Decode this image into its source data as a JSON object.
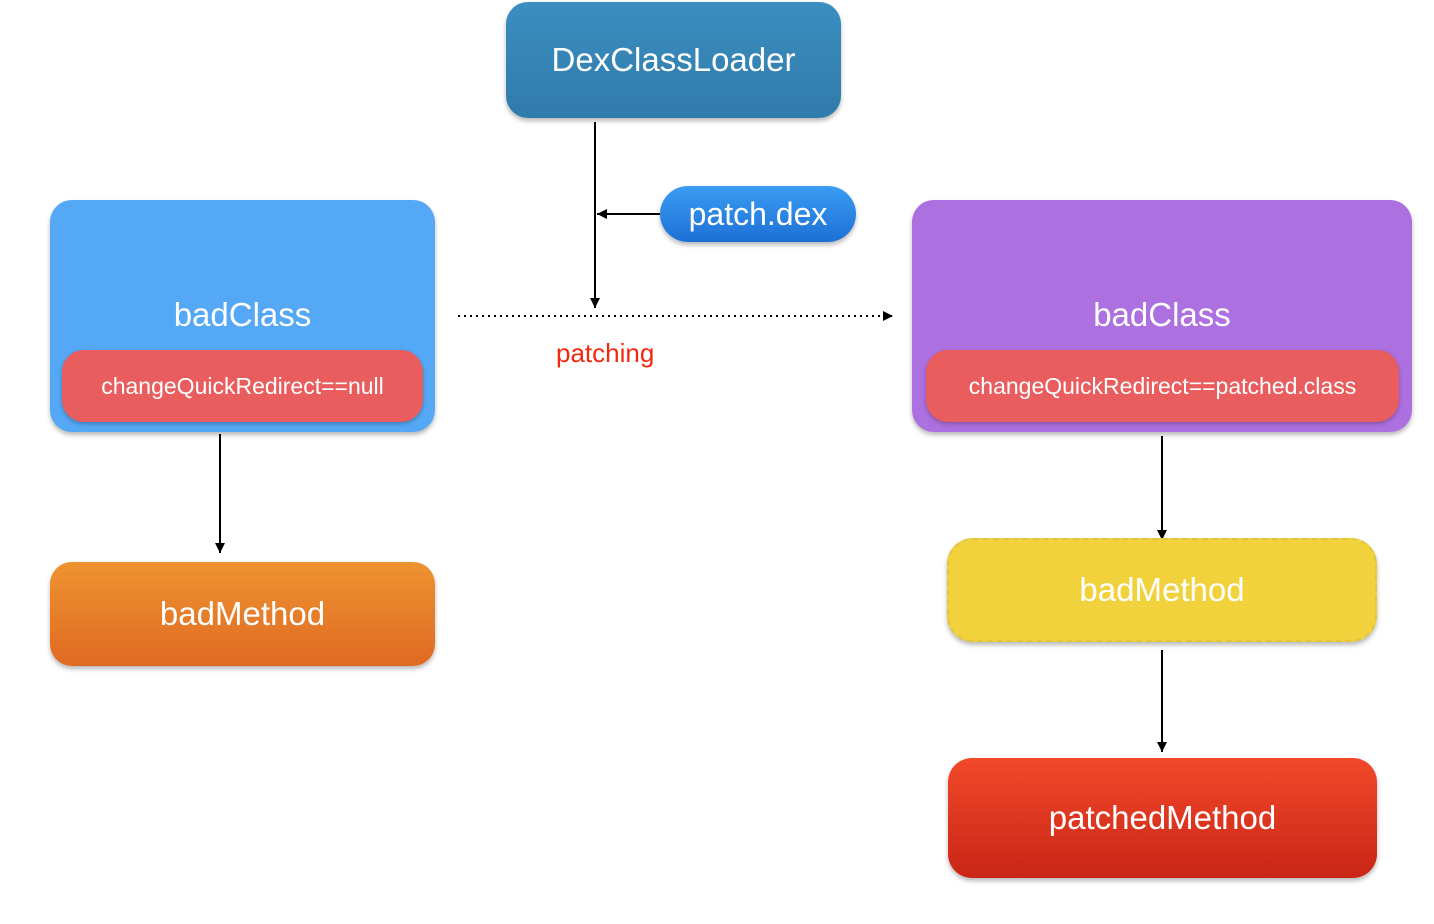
{
  "nodes": {
    "loader": "DexClassLoader",
    "patch_dex": "patch.dex",
    "left_class": {
      "title": "badClass",
      "redirect": "changeQuickRedirect==null"
    },
    "right_class": {
      "title": "badClass",
      "redirect": "changeQuickRedirect==patched.class"
    },
    "left_method": "badMethod",
    "right_method": "badMethod",
    "patched_method": "patchedMethod"
  },
  "edge_labels": {
    "patching": "patching"
  },
  "colors": {
    "loader": "#2f7bab",
    "patch_dex": "#1d70d6",
    "left_class": "#55a8f5",
    "right_class": "#ad70e0",
    "redirect": "#e95d5e",
    "left_method": "#df6a22",
    "right_method": "#f2d23c",
    "patched_method": "#c92516",
    "patching_label": "#f4280f"
  }
}
